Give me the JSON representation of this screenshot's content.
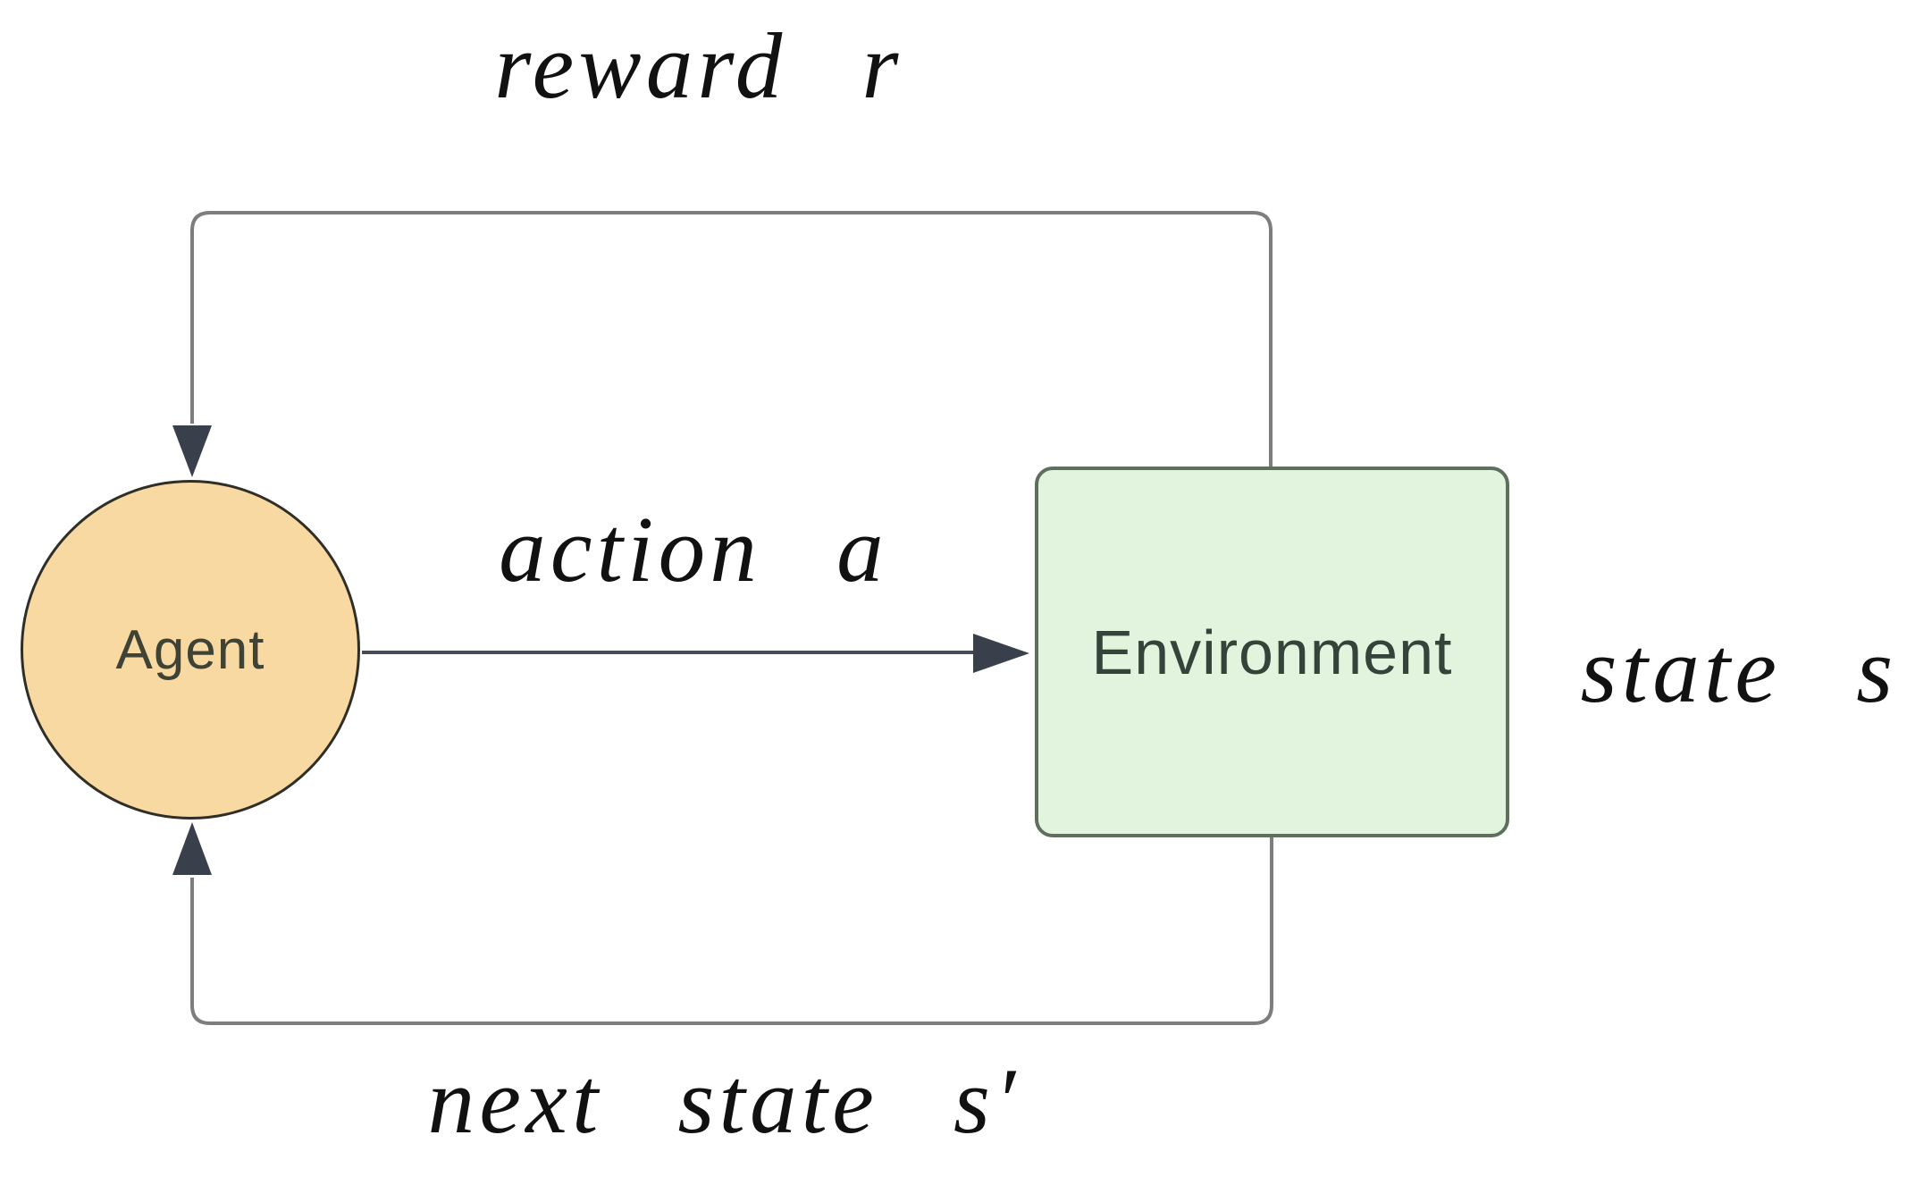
{
  "diagram": {
    "type": "reinforcement-learning-loop",
    "nodes": {
      "agent": {
        "label": "Agent",
        "shape": "circle",
        "fill": "#F9D9A2",
        "border": "#2F2F28",
        "text_color": "#3E4336"
      },
      "environment": {
        "label": "Environment",
        "shape": "rounded-rectangle",
        "fill": "#E2F4DD",
        "border": "#5F6F5E",
        "text_color": "#34443A"
      }
    },
    "edges": [
      {
        "label": "reward r",
        "from": "environment",
        "to": "agent",
        "route": "top-loop",
        "arrow_direction": "down-into-agent-top"
      },
      {
        "label": "action a",
        "from": "agent",
        "to": "environment",
        "route": "straight-horizontal",
        "arrow_direction": "right-into-environment-left"
      },
      {
        "label": "next state s′",
        "from": "environment",
        "to": "agent",
        "route": "bottom-loop",
        "arrow_direction": "up-into-agent-bottom"
      }
    ],
    "annotations": [
      {
        "label": "state s",
        "position": "right-of-environment"
      }
    ],
    "colors": {
      "loop_line": "#7D7D7D",
      "action_line": "#474D56",
      "arrowhead": "#39404C",
      "label_text": "#111111",
      "background": "#FFFFFF"
    }
  }
}
